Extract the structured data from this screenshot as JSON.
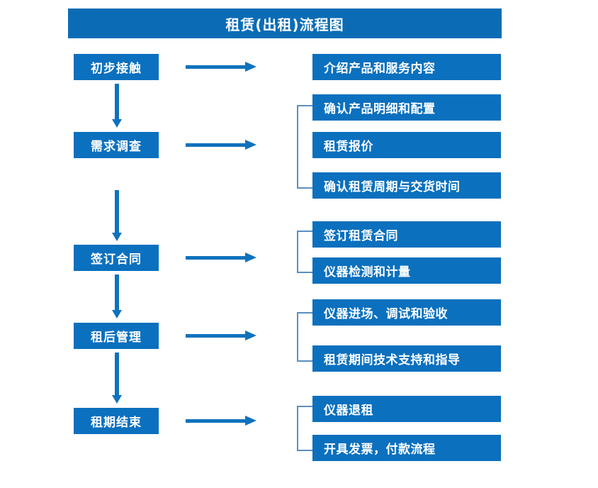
{
  "title": "租赁(出租)流程图",
  "colors": {
    "title_bar": "#0b6cb5",
    "box_fill": "#0b70be",
    "box_text": "#ffffff",
    "arrow": "#0f72bd",
    "bracket": "#5b8fc0",
    "background": "#ffffff"
  },
  "stages": [
    {
      "label": "初步接触"
    },
    {
      "label": "需求调查"
    },
    {
      "label": "签订合同"
    },
    {
      "label": "租后管理"
    },
    {
      "label": "租期结束"
    }
  ],
  "details": [
    {
      "label": "介绍产品和服务内容"
    },
    {
      "label": "确认产品明细和配置"
    },
    {
      "label": "租赁报价"
    },
    {
      "label": "确认租赁周期与交货时间"
    },
    {
      "label": "签订租赁合同"
    },
    {
      "label": "仪器检测和计量"
    },
    {
      "label": "仪器进场、调试和验收"
    },
    {
      "label": "租赁期间技术支持和指导"
    },
    {
      "label": "仪器退租"
    },
    {
      "label": "开具发票，付款流程"
    }
  ]
}
